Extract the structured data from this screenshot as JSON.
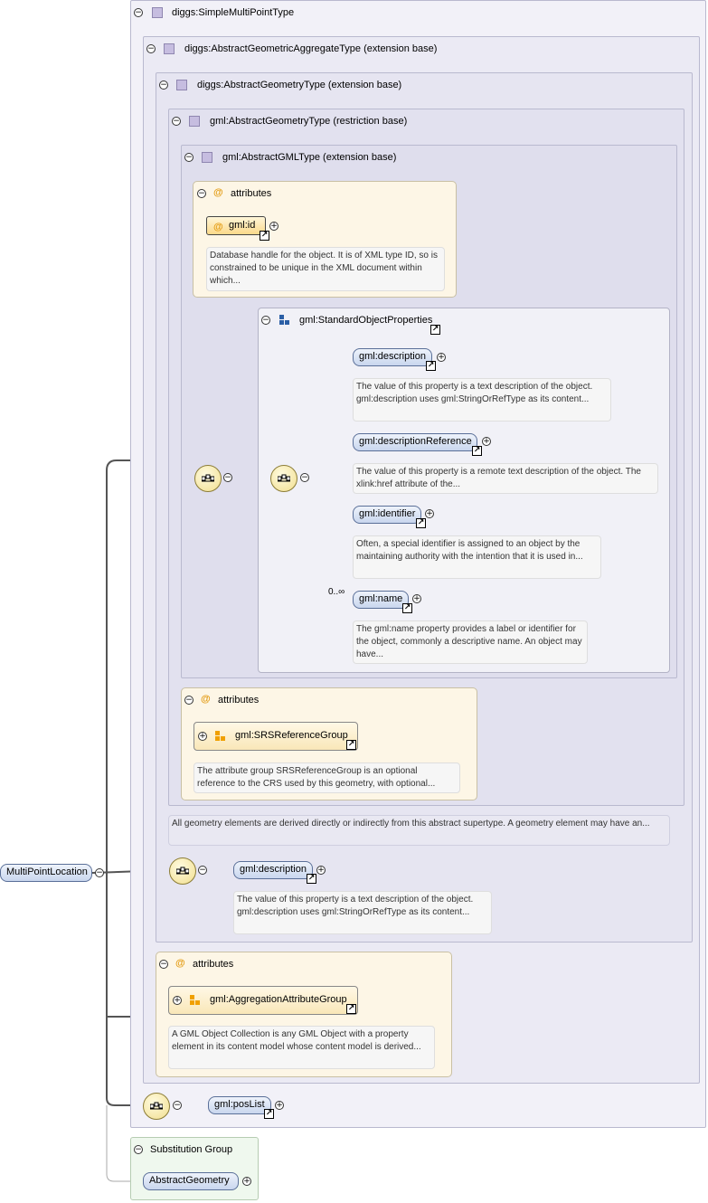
{
  "root_element": "MultiPointLocation",
  "types": {
    "simple_multipoint": "diggs:SimpleMultiPointType",
    "abstract_geometric_aggregate": "diggs:AbstractGeometricAggregateType (extension base)",
    "diggs_abstract_geometry": "diggs:AbstractGeometryType (extension base)",
    "gml_abstract_geometry": "gml:AbstractGeometryType (restriction base)",
    "gml_abstract_gml": "gml:AbstractGMLType (extension base)"
  },
  "attributes_label": "attributes",
  "gml_id": {
    "label": "gml:id",
    "desc": "Database handle for the object. It is of XML type ID, so is constrained to be unique in the XML document within which..."
  },
  "standard_object_properties": "gml:StandardObjectProperties",
  "props": {
    "description": {
      "label": "gml:description",
      "desc": "The value of this property is a text description of the object. gml:description uses gml:StringOrRefType as its content..."
    },
    "description_reference": {
      "label": "gml:descriptionReference",
      "desc": "The value of this property is a remote text description of the object. The xlink:href attribute of the..."
    },
    "identifier": {
      "label": "gml:identifier",
      "desc": "Often, a special identifier is assigned to an object by the maintaining authority with the intention that it is used in..."
    },
    "name": {
      "label": "gml:name",
      "desc": "The gml:name property provides a label or identifier for the object, commonly a descriptive name. An object may have...",
      "cardinality": "0..∞"
    }
  },
  "srs_group": {
    "label": "gml:SRSReferenceGroup",
    "desc": "The attribute group SRSReferenceGroup is an optional reference to the CRS used by this geometry, with optional..."
  },
  "abstract_geometry_desc": "All geometry elements are derived directly or indirectly from this abstract supertype. A geometry element may have an...",
  "diggs_description": {
    "label": "gml:description",
    "desc": "The value of this property is a text description of the object. gml:description uses gml:StringOrRefType as its content..."
  },
  "aggregation_group": {
    "label": "gml:AggregationAttributeGroup",
    "desc": "A GML Object Collection is any GML Object with a property element in its content model whose content model is derived..."
  },
  "pos_list": "gml:posList",
  "substitution": {
    "title": "Substitution Group",
    "item": "AbstractGeometry"
  },
  "colors": {
    "element_border": "#5a6f98",
    "attribute_fill": "#fdf6e6",
    "type_border": "#b9b9cf",
    "substitution_fill": "#eff8ee"
  }
}
